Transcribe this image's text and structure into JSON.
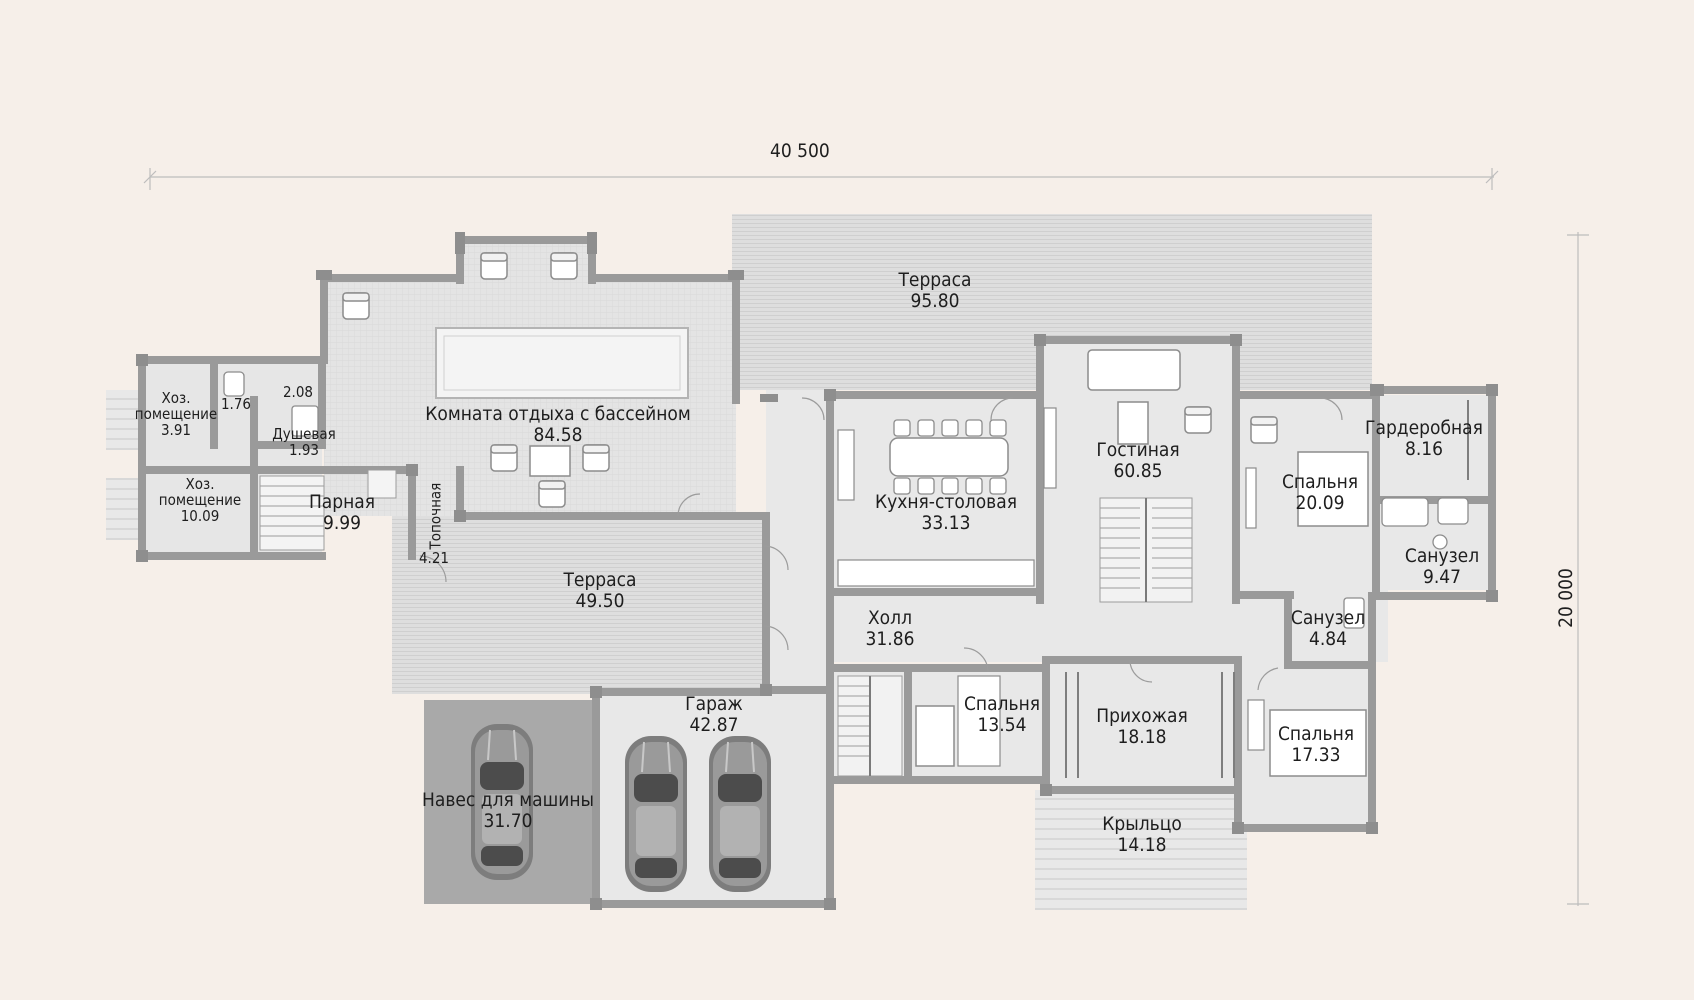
{
  "dimensions": {
    "width": "40 500",
    "height": "20 000"
  },
  "rooms": [
    {
      "id": "terrace-main",
      "name": "Терраса",
      "area": "95.80"
    },
    {
      "id": "pool-room",
      "name": "Комната отдыха с бассейном",
      "area": "84.58"
    },
    {
      "id": "utility-1",
      "name": "Хоз.\nпомещение",
      "area": "3.91"
    },
    {
      "id": "wc-small",
      "name": "",
      "area": "1.76"
    },
    {
      "id": "wc-2",
      "name": "",
      "area": "2.08"
    },
    {
      "id": "shower",
      "name": "Душевая",
      "area": "1.93"
    },
    {
      "id": "utility-2",
      "name": "Хоз.\nпомещение",
      "area": "10.09"
    },
    {
      "id": "steam-room",
      "name": "Парная",
      "area": "9.99"
    },
    {
      "id": "stove-room",
      "name": "Топочная",
      "area": "4.21"
    },
    {
      "id": "terrace-2",
      "name": "Терраса",
      "area": "49.50"
    },
    {
      "id": "kitchen-dining",
      "name": "Кухня-столовая",
      "area": "33.13"
    },
    {
      "id": "living-room",
      "name": "Гостиная",
      "area": "60.85"
    },
    {
      "id": "bedroom-1",
      "name": "Спальня",
      "area": "20.09"
    },
    {
      "id": "wardrobe",
      "name": "Гардеробная",
      "area": "8.16"
    },
    {
      "id": "bathroom-1",
      "name": "Санузел",
      "area": "9.47"
    },
    {
      "id": "bathroom-2",
      "name": "Санузел",
      "area": "4.84"
    },
    {
      "id": "hall",
      "name": "Холл",
      "area": "31.86"
    },
    {
      "id": "garage",
      "name": "Гараж",
      "area": "42.87"
    },
    {
      "id": "carport",
      "name": "Навес для машины",
      "area": "31.70"
    },
    {
      "id": "bedroom-2",
      "name": "Спальня",
      "area": "13.54"
    },
    {
      "id": "entrance-hall",
      "name": "Прихожая",
      "area": "18.18"
    },
    {
      "id": "bedroom-3",
      "name": "Спальня",
      "area": "17.33"
    },
    {
      "id": "porch",
      "name": "Крыльцо",
      "area": "14.18"
    }
  ]
}
